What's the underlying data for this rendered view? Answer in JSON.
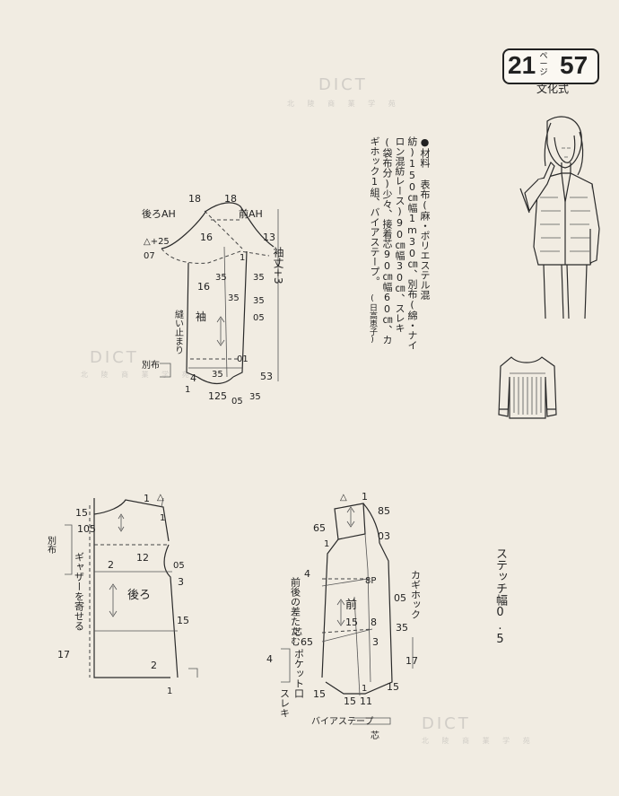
{
  "badge": {
    "page_num": "21",
    "page_unit": "ページ",
    "style_num": "57",
    "method": "文化式"
  },
  "materials": {
    "text": "●材料 表布(麻・ポリエステル混紡)150㎝幅1m30㎝、別布(綿・ナイロン混紡レース)90㎝幅30㎝、スレキ(袋布分)少々、接着芯90㎝幅60㎝、カギホック1組、バイアステープ。",
    "credit": "(日高恵子)"
  },
  "watermark": {
    "brand": "DICT",
    "tagline": "北 陵 商 業 学 苑"
  },
  "stitch_note": "ステッチ幅0.5",
  "sleeve": {
    "back_ah": "後ろAH",
    "front_ah": "前AH",
    "sleeve_label": "袖",
    "sleeve_length": "袖丈+3",
    "seam_stop": "縫い止まり",
    "other_fabric": "別布",
    "m_delta25": "△+25",
    "m_07": "07",
    "m_18a": "18",
    "m_18b": "18",
    "m_16a": "16",
    "m_16b": "16",
    "m_13": "13",
    "m_1": "1",
    "m_35a": "35",
    "m_35b": "35",
    "m_35c": "35",
    "m_05a": "05",
    "m_01": "01",
    "m_53": "53",
    "m_4": "4",
    "m_35d": "35",
    "m_1b": "1",
    "m_125": "125",
    "m_05b": "05",
    "m_35e": "35"
  },
  "back": {
    "label": "後ろ",
    "gather": "ギャザーを寄せる",
    "other_fabric": "別布",
    "m_15a": "15",
    "m_105": "105",
    "m_1a": "1",
    "m_delta": "△",
    "m_1b": "1",
    "m_12": "12",
    "m_2a": "2",
    "m_05": "05",
    "m_3": "3",
    "m_15b": "15",
    "m_17": "17",
    "m_2b": "2",
    "m_1c": "1"
  },
  "front": {
    "label": "前",
    "hook": "カギホック",
    "dart_note": "前後の差たたむ",
    "pocket": "ポケット口",
    "sleki": "スレキ",
    "interfacing": "芯",
    "bias": "バイアステープ",
    "interfacing2": "芯",
    "m_delta": "△",
    "m_1a": "1",
    "m_85": "85",
    "m_65a": "65",
    "m_03": "03",
    "m_1b": "1",
    "m_4a": "4",
    "m_8p": "8P",
    "m_05": "05",
    "m_15a": "15",
    "m_8": "8",
    "m_35": "35",
    "m_65b": "65",
    "m_3": "3",
    "m_17": "17",
    "m_4b": "4",
    "m_15b": "15",
    "m_1c": "1",
    "m_15c": "15",
    "m_11": "11",
    "m_15d": "15"
  }
}
